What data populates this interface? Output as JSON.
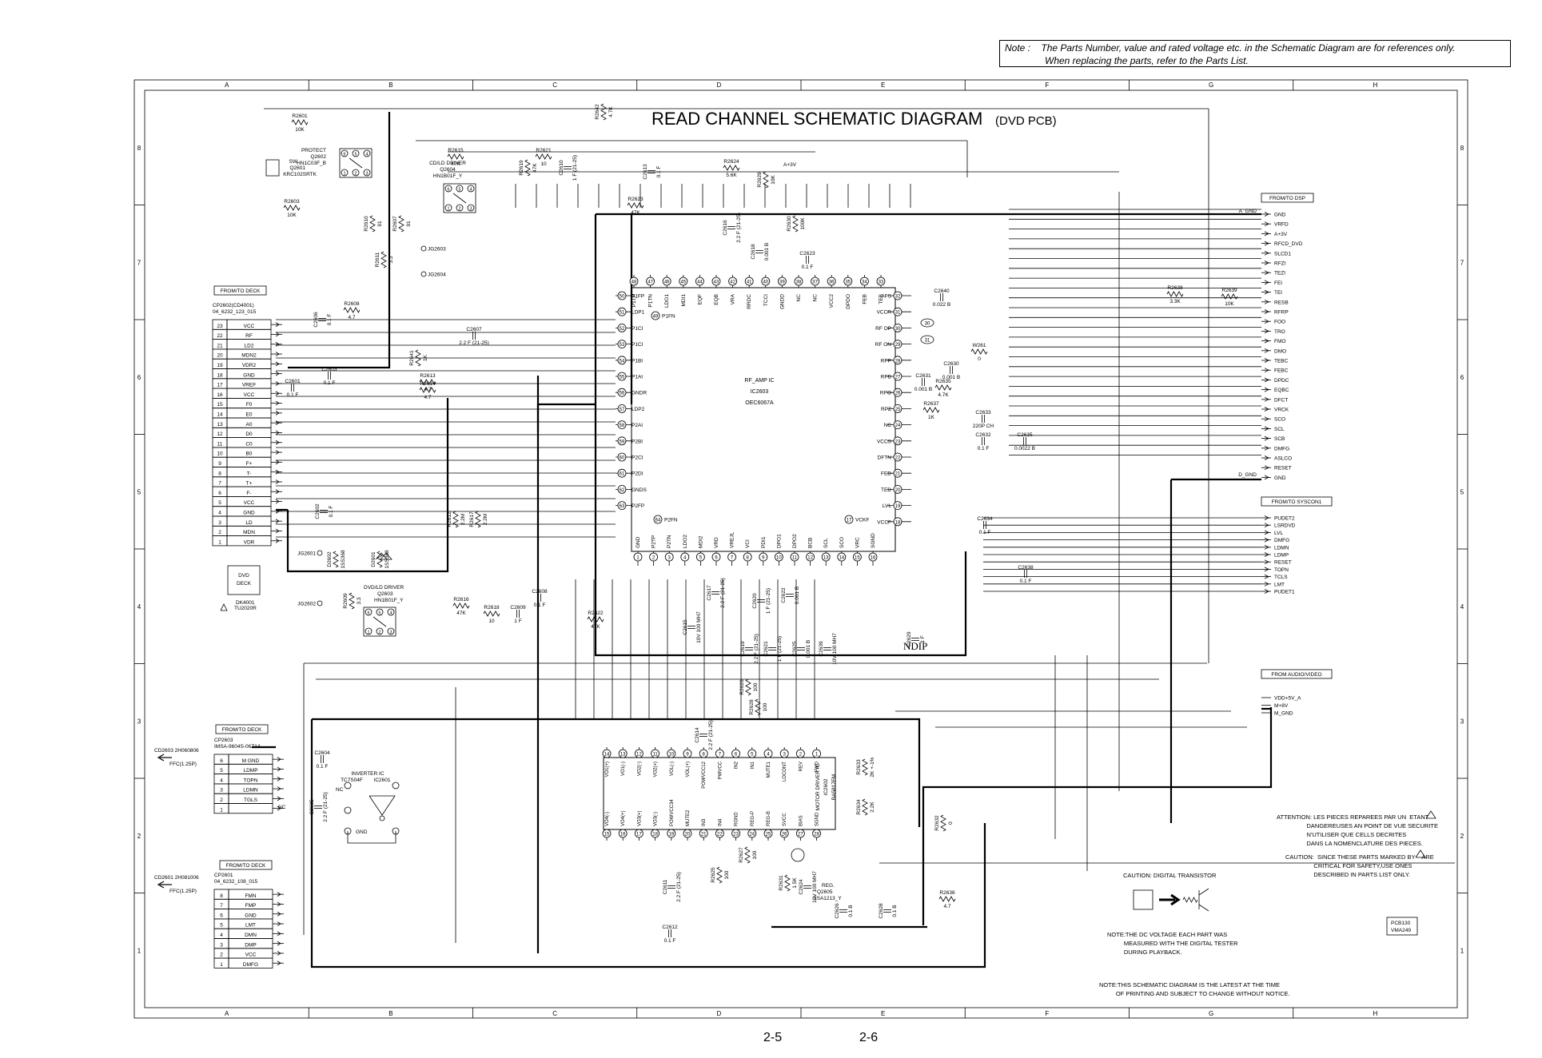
{
  "note": {
    "label": "Note :",
    "line1": "The Parts Number, value and rated voltage etc. in the Schematic Diagram are for references only.",
    "line2": "When replacing the parts, refer to the Parts List."
  },
  "title": {
    "main": "READ CHANNEL SCHEMATIC DIAGRAM",
    "sub": "(DVD PCB)"
  },
  "grid": {
    "columns": [
      "A",
      "B",
      "C",
      "D",
      "E",
      "F",
      "G",
      "H"
    ],
    "rows": [
      "8",
      "7",
      "6",
      "5",
      "4",
      "3",
      "2",
      "1"
    ]
  },
  "ic_main": {
    "name": "RF_AMP IC",
    "ref": "IC2603",
    "part": "OEC6067A"
  },
  "ic_motor": {
    "name": "MOTOR DRIVER IC",
    "ref": "IC2602",
    "part": "BA5817FM"
  },
  "ic_inverter": {
    "name": "INVERTER IC",
    "ref": "TC7S04F",
    "ref2": "IC2601"
  },
  "connectors": {
    "cp2602": {
      "tag": "FROM/TO DECK",
      "name": "CP2602(CD4001)",
      "part": "04_6232_123_015",
      "pins": [
        {
          "n": "23",
          "s": "VCC"
        },
        {
          "n": "22",
          "s": "RF"
        },
        {
          "n": "21",
          "s": "LD2"
        },
        {
          "n": "20",
          "s": "MDN2"
        },
        {
          "n": "19",
          "s": "VDR2"
        },
        {
          "n": "18",
          "s": "GND"
        },
        {
          "n": "17",
          "s": "VREF"
        },
        {
          "n": "16",
          "s": "VCC"
        },
        {
          "n": "15",
          "s": "F0"
        },
        {
          "n": "14",
          "s": "E0"
        },
        {
          "n": "13",
          "s": "A0"
        },
        {
          "n": "12",
          "s": "D0"
        },
        {
          "n": "11",
          "s": "C0"
        },
        {
          "n": "10",
          "s": "B0"
        },
        {
          "n": "9",
          "s": "F+"
        },
        {
          "n": "8",
          "s": "T-"
        },
        {
          "n": "7",
          "s": "T+"
        },
        {
          "n": "6",
          "s": "F-"
        },
        {
          "n": "5",
          "s": "VCC"
        },
        {
          "n": "4",
          "s": "GND"
        },
        {
          "n": "3",
          "s": "LD"
        },
        {
          "n": "2",
          "s": "MDN"
        },
        {
          "n": "1",
          "s": "VDR"
        }
      ]
    },
    "cp2603": {
      "tag": "FROM/TO DECK",
      "name": "CP2603",
      "part": "IMSA-9604S-06Z14",
      "cd": "CD2603  2H060806",
      "ffc": "FFC(1.25P)",
      "pins": [
        {
          "n": "6",
          "s": "M GND"
        },
        {
          "n": "5",
          "s": "LDMP"
        },
        {
          "n": "4",
          "s": "TOPN"
        },
        {
          "n": "3",
          "s": "LDMN"
        },
        {
          "n": "2",
          "s": "TGLS"
        },
        {
          "n": "1",
          "s": ""
        }
      ],
      "nc": "NC"
    },
    "cp2601": {
      "tag": "FROM/TO DECK",
      "name": "CP2601",
      "part": "04_6232_108_015",
      "cd": "CD2601  2H081006",
      "ffc": "FFC(1.25P)",
      "pins": [
        {
          "n": "8",
          "s": "FMN"
        },
        {
          "n": "7",
          "s": "FMP"
        },
        {
          "n": "6",
          "s": "GND"
        },
        {
          "n": "5",
          "s": "LMT"
        },
        {
          "n": "4",
          "s": "DMN"
        },
        {
          "n": "3",
          "s": "DMP"
        },
        {
          "n": "2",
          "s": "VCC"
        },
        {
          "n": "1",
          "s": "DMFG"
        }
      ]
    },
    "dsp": {
      "tag": "FROM/TO DSP",
      "a_gnd": "A_GND",
      "d_gnd": "D_GND",
      "signals": [
        "GND",
        "VRFD",
        "A+3V",
        "RFCD_DVD",
        "SLCD1",
        "RFZI",
        "TEZI",
        "FEI",
        "TEI",
        "RESB",
        "RFRP",
        "FOO",
        "TRO",
        "FMO",
        "DMO",
        "TEBC",
        "FEBC",
        "DPDC",
        "EQBC",
        "DFCT",
        "VRCK",
        "SCO",
        "SCL",
        "SCB",
        "DMFG",
        "ASLCO",
        "RESET",
        "GND"
      ]
    },
    "syscon": {
      "tag": "FROM/TO SYSCON1",
      "signals": [
        "PUDET2",
        "LSRDVD",
        "LVL",
        "DMFG",
        "LDMN",
        "LDMP",
        "RESET",
        "TOPN",
        "TCLS",
        "LMT",
        "PUDET1"
      ]
    },
    "audio": {
      "tag": "FROM AUDIO/VIDEO",
      "signals": [
        "VDD+5V_A",
        "M+8V",
        "M_GND"
      ]
    }
  },
  "deck_box": {
    "line1": "DVD",
    "line2": "DECK",
    "ref": "DK4001",
    "part": "TU2020R"
  },
  "ic_pins": {
    "top": [
      {
        "n": "48",
        "s": "P1TP"
      },
      {
        "n": "47",
        "s": "P1TN"
      },
      {
        "n": "46",
        "s": "LDO1"
      },
      {
        "n": "45",
        "s": "MDI1"
      },
      {
        "n": "44",
        "s": "EQF"
      },
      {
        "n": "43",
        "s": "EQB"
      },
      {
        "n": "42",
        "s": "VRA"
      },
      {
        "n": "41",
        "s": "RRDC"
      },
      {
        "n": "40",
        "s": "TCCI"
      },
      {
        "n": "39",
        "s": "GNDD"
      },
      {
        "n": "38",
        "s": "NC"
      },
      {
        "n": "37",
        "s": "NC"
      },
      {
        "n": "36",
        "s": "VCC2"
      },
      {
        "n": "35",
        "s": "DPDO"
      },
      {
        "n": "34",
        "s": "FEB"
      },
      {
        "n": "33",
        "s": "TEB"
      }
    ],
    "left": [
      {
        "n": "50",
        "s": "P1FP"
      },
      {
        "n": "51",
        "s": "LDP1"
      },
      {
        "n": "52",
        "s": "P1CI"
      },
      {
        "n": "53",
        "s": "P1CI"
      },
      {
        "n": "54",
        "s": "P1BI"
      },
      {
        "n": "55",
        "s": "P1AI"
      },
      {
        "n": "56",
        "s": "GNDR"
      },
      {
        "n": "57",
        "s": "LDP2"
      },
      {
        "n": "58",
        "s": "P2AI"
      },
      {
        "n": "59",
        "s": "P2BI"
      },
      {
        "n": "60",
        "s": "P2CI"
      },
      {
        "n": "61",
        "s": "P2DI"
      },
      {
        "n": "62",
        "s": "GNDS"
      },
      {
        "n": "63",
        "s": "P2FP"
      }
    ],
    "right": [
      {
        "n": "32",
        "s": "AFS"
      },
      {
        "n": "31",
        "s": "VCCR"
      },
      {
        "n": "30",
        "s": "RF OP"
      },
      {
        "n": "29",
        "s": "RF ON"
      },
      {
        "n": "28",
        "s": "RPP"
      },
      {
        "n": "27",
        "s": "RPB"
      },
      {
        "n": "26",
        "s": "RPO"
      },
      {
        "n": "25",
        "s": "RPZ"
      },
      {
        "n": "24",
        "s": "NC"
      },
      {
        "n": "23",
        "s": "VCCS"
      },
      {
        "n": "22",
        "s": "DFTN"
      },
      {
        "n": "21",
        "s": "FED"
      },
      {
        "n": "20",
        "s": "TED"
      },
      {
        "n": "19",
        "s": "LVL"
      },
      {
        "n": "18",
        "s": "VCCF"
      }
    ],
    "bottom": [
      {
        "n": "1",
        "s": "GND"
      },
      {
        "n": "2",
        "s": "P2TP"
      },
      {
        "n": "3",
        "s": "P2TN"
      },
      {
        "n": "4",
        "s": "LDO2"
      },
      {
        "n": "5",
        "s": "MDI2"
      },
      {
        "n": "6",
        "s": "VRD"
      },
      {
        "n": "7",
        "s": "VREJL"
      },
      {
        "n": "8",
        "s": "VCI"
      },
      {
        "n": "9",
        "s": "PDI1"
      },
      {
        "n": "10",
        "s": "DPO1"
      },
      {
        "n": "11",
        "s": "DPO2"
      },
      {
        "n": "12",
        "s": "BCB"
      },
      {
        "n": "13",
        "s": "SCL"
      },
      {
        "n": "14",
        "s": "SCO"
      },
      {
        "n": "15",
        "s": "VRC"
      },
      {
        "n": "16",
        "s": "SGND"
      }
    ],
    "extra": [
      {
        "n": "49",
        "s": "P1FN"
      },
      {
        "n": "64",
        "s": "P2FN"
      },
      {
        "n": "17",
        "s": "VCKF"
      }
    ]
  },
  "motor_pins": {
    "top": [
      {
        "n": "14",
        "s": "VO1(+)"
      },
      {
        "n": "13",
        "s": "VO1(-)"
      },
      {
        "n": "12",
        "s": "VO2(-)"
      },
      {
        "n": "11",
        "s": "VO2(+)"
      },
      {
        "n": "10",
        "s": "VOL(-)"
      },
      {
        "n": "9",
        "s": "VOL(+)"
      },
      {
        "n": "8",
        "s": "POWVCC12"
      },
      {
        "n": "7",
        "s": "PWVCC"
      },
      {
        "n": "6",
        "s": "IN2"
      },
      {
        "n": "5",
        "s": "IN1"
      },
      {
        "n": "4",
        "s": "MUTE1"
      },
      {
        "n": "3",
        "s": "LOCONT"
      },
      {
        "n": "2",
        "s": "REV"
      },
      {
        "n": "1",
        "s": "FWD"
      }
    ],
    "bottom": [
      {
        "n": "15",
        "s": "VO4(-)"
      },
      {
        "n": "16",
        "s": "VO4(+)"
      },
      {
        "n": "17",
        "s": "VO3(+)"
      },
      {
        "n": "18",
        "s": "VO3(-)"
      },
      {
        "n": "19",
        "s": "POWVCC34"
      },
      {
        "n": "20",
        "s": "MUTE2"
      },
      {
        "n": "21",
        "s": "IN3"
      },
      {
        "n": "22",
        "s": "IN4"
      },
      {
        "n": "23",
        "s": "RGND"
      },
      {
        "n": "24",
        "s": "REG-P"
      },
      {
        "n": "25",
        "s": "REG-B"
      },
      {
        "n": "26",
        "s": "SVCC"
      },
      {
        "n": "27",
        "s": "BIAS"
      },
      {
        "n": "28",
        "s": "SGND"
      }
    ]
  },
  "transistors": [
    {
      "role": "PROTECT",
      "ref": "Q2602",
      "part": "HN1C03F_B"
    },
    {
      "role": "SW",
      "ref": "Q2601",
      "part": "KRC102SRTK"
    },
    {
      "role": "CD/LD DRIVER",
      "ref": "Q2604",
      "part": "HN1B01F_Y"
    },
    {
      "role": "DVD/LD DRIVER",
      "ref": "Q2603",
      "part": "HN1B01F_Y"
    },
    {
      "role": "REG.",
      "ref": "Q2605",
      "part": "2SA1213_Y"
    }
  ],
  "components": [
    {
      "ref": "R2601",
      "val": "10K"
    },
    {
      "ref": "R2603",
      "val": "10K"
    },
    {
      "ref": "R2615",
      "val": "47K"
    },
    {
      "ref": "R2621",
      "val": "10"
    },
    {
      "ref": "R2642",
      "val": "4.7K"
    },
    {
      "ref": "R2619",
      "val": "47K"
    },
    {
      "ref": "C2610",
      "val": "1  F (21-25)"
    },
    {
      "ref": "C2613",
      "val": "0.1  F"
    },
    {
      "ref": "R2624",
      "val": "5.6K"
    },
    {
      "ref": "R2629",
      "val": "10K"
    },
    {
      "ref": "R2623",
      "val": "47K"
    },
    {
      "ref": "R2610",
      "val": "91"
    },
    {
      "ref": "R2607",
      "val": "91"
    },
    {
      "ref": "R2611",
      "val": "3.3"
    },
    {
      "ref": "C2616",
      "val": "2.2  F (21-25)"
    },
    {
      "ref": "C2618",
      "val": "0.001  B"
    },
    {
      "ref": "R2630",
      "val": "100K"
    },
    {
      "ref": "C2623",
      "val": "0.1  F"
    },
    {
      "ref": "R2608",
      "val": "4.7"
    },
    {
      "ref": "C2606",
      "val": "0.1  F"
    },
    {
      "ref": "C2607",
      "val": "2.2  F (21-25)"
    },
    {
      "ref": "R2641",
      "val": "1K"
    },
    {
      "ref": "C2603",
      "val": "0.1  F"
    },
    {
      "ref": "C2601",
      "val": "0.1  F"
    },
    {
      "ref": "R2613",
      "val": "4.7"
    },
    {
      "ref": "R2614",
      "val": "4.7"
    },
    {
      "ref": "C2640",
      "val": "0.022  B"
    },
    {
      "ref": "R2638",
      "val": "3.3K"
    },
    {
      "ref": "R2639",
      "val": "10K"
    },
    {
      "ref": "W261",
      "val": "0"
    },
    {
      "ref": "C2630",
      "val": "0.001  B"
    },
    {
      "ref": "C2631",
      "val": "0.001  B"
    },
    {
      "ref": "R2635",
      "val": "4.7K"
    },
    {
      "ref": "R2637",
      "val": "1K"
    },
    {
      "ref": "C2633",
      "val": "220P  CH"
    },
    {
      "ref": "C2632",
      "val": "0.1  F"
    },
    {
      "ref": "C2635",
      "val": "0.0022  B"
    },
    {
      "ref": "C2602",
      "val": "0.1  F"
    },
    {
      "ref": "R2612",
      "val": "2.2M"
    },
    {
      "ref": "R2617",
      "val": "2.2M"
    },
    {
      "ref": "C2634",
      "val": "0.1  F"
    },
    {
      "ref": "C2638",
      "val": "0.1  F"
    },
    {
      "ref": "D2602",
      "val": "1SS368"
    },
    {
      "ref": "D2601",
      "val": "1SS368"
    },
    {
      "ref": "R2609",
      "val": "3.3"
    },
    {
      "ref": "R2616",
      "val": "47K"
    },
    {
      "ref": "R2618",
      "val": "10"
    },
    {
      "ref": "C2609",
      "val": "1  F"
    },
    {
      "ref": "C2608",
      "val": "0.1  F"
    },
    {
      "ref": "R2622",
      "val": "47K"
    },
    {
      "ref": "C2617",
      "val": "2.2  F (21-25)"
    },
    {
      "ref": "C2620",
      "val": "1  F (21-25)"
    },
    {
      "ref": "C2622",
      "val": "0.001  B"
    },
    {
      "ref": "C2615",
      "val": "10V 100  MH7"
    },
    {
      "ref": "C2619",
      "val": "2.2  F (21-25)"
    },
    {
      "ref": "C2621",
      "val": "1  F (21-25)"
    },
    {
      "ref": "C2625",
      "val": "0.001  B"
    },
    {
      "ref": "C2639",
      "val": "10V 100  MH7"
    },
    {
      "ref": "C2629",
      "val": "1  F"
    },
    {
      "ref": "R2626",
      "val": "100"
    },
    {
      "ref": "R2628",
      "val": "100"
    },
    {
      "ref": "C2614",
      "val": "2.2  F (21-25)"
    },
    {
      "ref": "R2633",
      "val": "2K +-1%"
    },
    {
      "ref": "R2634",
      "val": "2.2K"
    },
    {
      "ref": "R2632",
      "val": "0"
    },
    {
      "ref": "C2604",
      "val": "0.1  F"
    },
    {
      "ref": "C2605",
      "val": "2.2  F (21-25)"
    },
    {
      "ref": "C2611",
      "val": "2.2  F (21-25)"
    },
    {
      "ref": "C2612",
      "val": "0.1  F"
    },
    {
      "ref": "R2625",
      "val": "100"
    },
    {
      "ref": "R2627",
      "val": "100"
    },
    {
      "ref": "R2631",
      "val": "1.5K"
    },
    {
      "ref": "C2624",
      "val": "10V 100  MH7"
    },
    {
      "ref": "R2636",
      "val": "4.7"
    },
    {
      "ref": "C2626",
      "val": "0.1  B"
    },
    {
      "ref": "C2628",
      "val": "0.1  B"
    }
  ],
  "testpoints": [
    "JG2603",
    "JG2604",
    "JG2601",
    "JG2602"
  ],
  "supply_label": "A+3V",
  "bubbles": [
    "30",
    "31"
  ],
  "ndip": "NDIP",
  "attention_fr": "ATTENTION: LES PIECES REPAREES PAR UN  ETANT\n                  DANGEREUSES AN POINT DE VUE SECURITE\n                  N'UTILISER QUE CELLS DECRITES\n                  DANS LA NOMENCLATURE DES PIECES.",
  "caution_en": "CAUTION:  SINCE THESE PARTS MARKED BY    ARE\n                 CRITICAL FOR SAFETY,USE ONES\n                 DESCRIBED IN PARTS LIST ONLY.",
  "caution_dt": "CAUTION: DIGITAL TRANSISTOR",
  "note_voltage": "NOTE:THE DC VOLTAGE EACH PART WAS\n          MEASURED WITH THE DIGITAL TESTER\n          DURING PLAYBACK.",
  "note_latest": "NOTE:THIS SCHEMATIC DIAGRAM IS THE LATEST AT THE TIME\n          OF PRINTING AND SUBJECT TO CHANGE WITHOUT NOTICE.",
  "pcb": {
    "line1": "PCB130",
    "line2": "VMA249"
  },
  "page_left": "2-5",
  "page_right": "2-6",
  "nc": "NC",
  "gnd": "GND"
}
